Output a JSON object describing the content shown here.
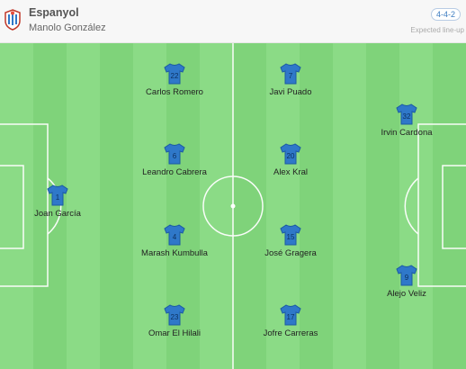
{
  "team": {
    "name": "Espanyol",
    "coach": "Manolo González",
    "formation": "4-4-2",
    "status": "Expected line-up",
    "crest_icon": "espanyol-crest-icon"
  },
  "colors": {
    "shirt": "#2f78c9",
    "shirt_dark": "#1b5aa3",
    "pitch_light": "#8bdb86",
    "pitch_dark": "#7fd37a",
    "line": "#ffffff"
  },
  "players": [
    {
      "number": "1",
      "name": "Joan García"
    },
    {
      "number": "22",
      "name": "Carlos Romero"
    },
    {
      "number": "6",
      "name": "Leandro Cabrera"
    },
    {
      "number": "4",
      "name": "Marash Kumbulla"
    },
    {
      "number": "23",
      "name": "Omar El Hilali"
    },
    {
      "number": "7",
      "name": "Javi Puado"
    },
    {
      "number": "20",
      "name": "Alex Kral"
    },
    {
      "number": "15",
      "name": "José Gragera"
    },
    {
      "number": "17",
      "name": "Jofre Carreras"
    },
    {
      "number": "32",
      "name": "Irvin Cardona"
    },
    {
      "number": "9",
      "name": "Alejo Veliz"
    }
  ]
}
